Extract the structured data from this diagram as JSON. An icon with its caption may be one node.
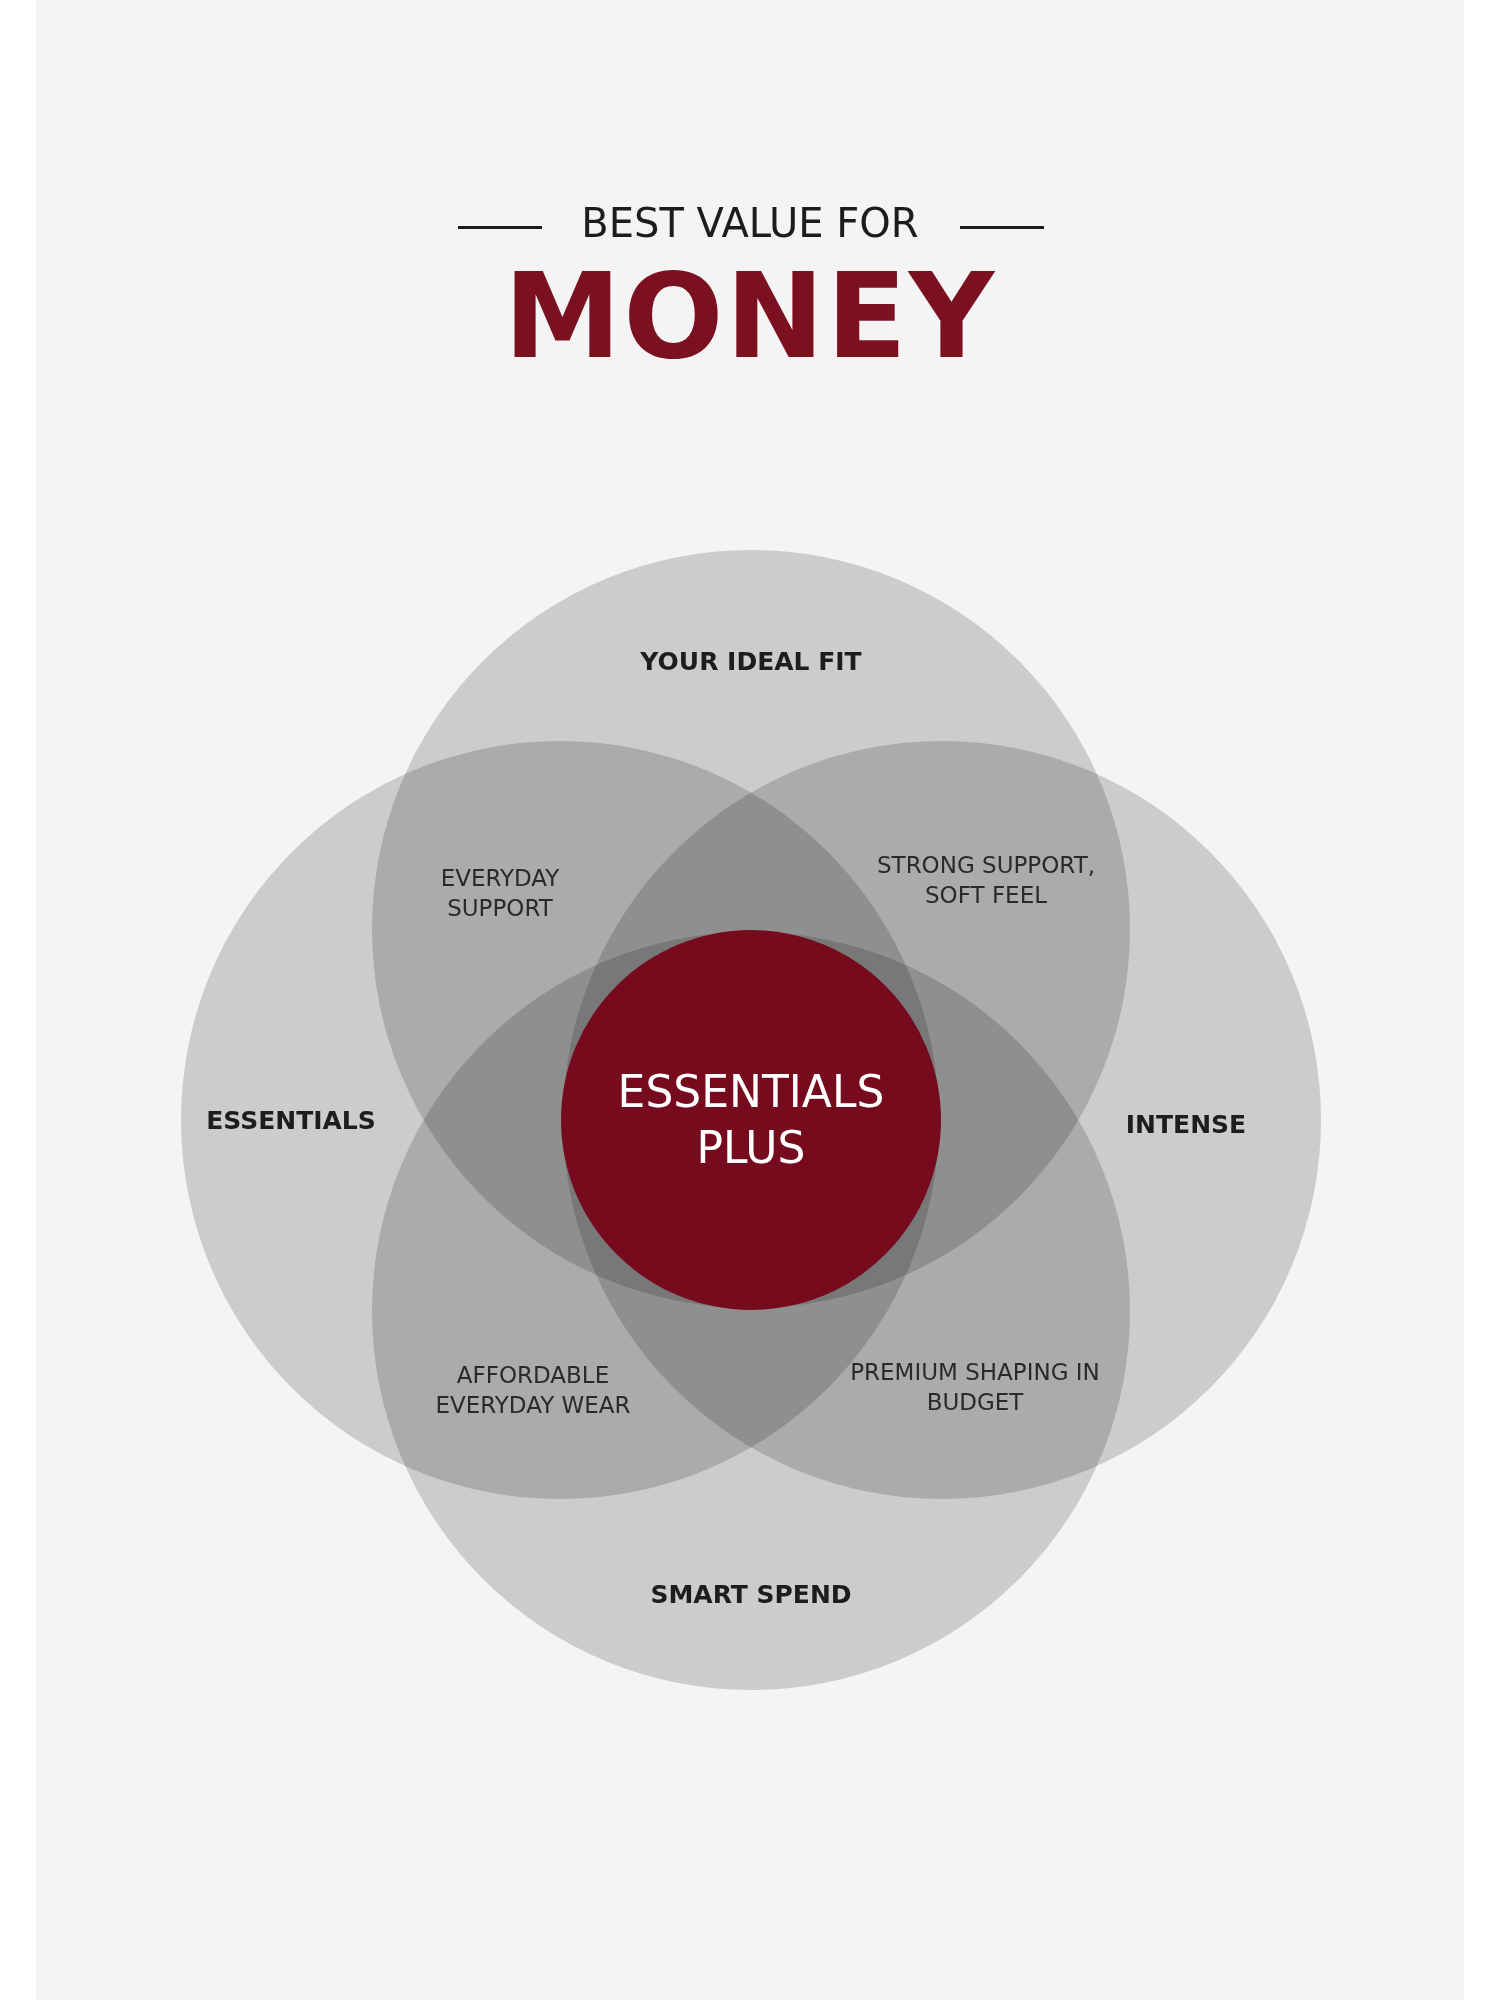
{
  "diagram": {
    "title": "BEST VALUE FOR MONEY",
    "nodes": [
      {
        "text": [
          "YOUR IDEAL FIT"
        ]
      },
      {
        "text": [
          "ESSENTIALS"
        ]
      },
      {
        "text": [
          "INTENSE"
        ]
      },
      {
        "text": [
          "SMART SPEND"
        ]
      },
      {
        "text": [
          "ESSENTIALS PLUS"
        ]
      }
    ],
    "labels": [
      "EVERYDAY SUPPORT",
      "STRONG SUPPORT, SOFT FEEL",
      "AFFORDABLE EVERYDAY WEAR",
      "PREMIUM SHAPING IN BUDGET"
    ]
  }
}
